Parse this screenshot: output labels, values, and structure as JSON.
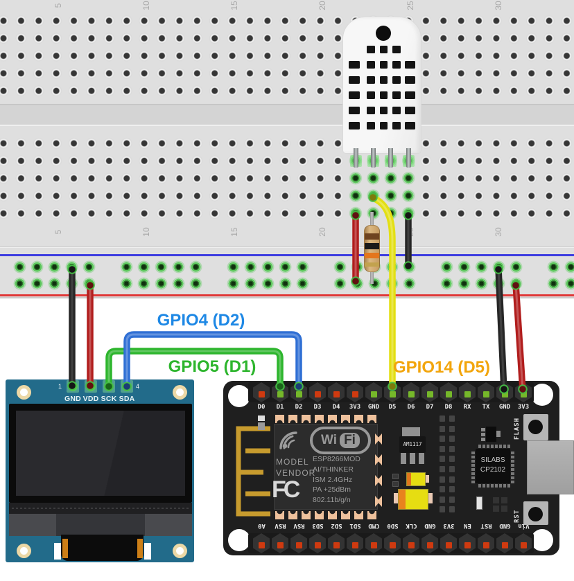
{
  "breadboard": {
    "column_numbers": [
      "5",
      "10",
      "15",
      "20",
      "25",
      "30"
    ],
    "negative_rail_color": "#3d3de0",
    "positive_rail_color": "#e03636"
  },
  "labels": {
    "gpio4": {
      "text": "GPIO4 (D2)",
      "color": "#1e88e5"
    },
    "gpio5": {
      "text": "GPIO5 (D1)",
      "color": "#2db52d"
    },
    "gpio14": {
      "text": "GPIO14 (D5)",
      "color": "#f2a50c"
    }
  },
  "oled": {
    "pins": [
      "GND",
      "VDD",
      "SCK",
      "SDA"
    ],
    "first_pin_number": "1",
    "last_pin_number": "4"
  },
  "nodemcu": {
    "top_pins": [
      "D0",
      "D1",
      "D2",
      "D3",
      "D4",
      "3V3",
      "GND",
      "D5",
      "D6",
      "D7",
      "D8",
      "RX",
      "TX",
      "GND",
      "3V3"
    ],
    "bottom_pins": [
      "A0",
      "RSV",
      "RSV",
      "SD3",
      "SD2",
      "SD1",
      "CMD",
      "SD0",
      "CLK",
      "GND",
      "3V3",
      "EN",
      "RST",
      "GND",
      "Vin"
    ],
    "module": {
      "brand_lines": [
        "MODEL",
        "VENDOR"
      ],
      "wifi_logo": [
        "Wi",
        "Fi"
      ],
      "fcc": "FC",
      "specs": [
        "ESP8266MOD",
        "AI/THINKER",
        "ISM 2.4GHz",
        "PA +25dBm",
        "802.11b/g/n"
      ]
    },
    "regulator": "AM1117",
    "usb_chip": [
      "SILABS",
      "CP2102"
    ],
    "flash_button": "FLASH",
    "reset_button": "RST"
  },
  "resistor": {
    "band_colors": [
      "#6e4320",
      "#191919",
      "#e4761c",
      "#c2a24e"
    ],
    "band_names": [
      "brown",
      "black",
      "orange",
      "gold"
    ]
  },
  "wires": [
    {
      "id": "oled_gnd",
      "color": "#262626",
      "from": "OLED GND",
      "to": "breadboard GND rail"
    },
    {
      "id": "oled_vdd",
      "color": "#b11d1d",
      "from": "OLED VDD",
      "to": "breadboard 3V3 rail"
    },
    {
      "id": "dht_vcc",
      "color": "#b11d1d",
      "from": "DHT22 VCC column",
      "to": "breadboard 3V3 rail"
    },
    {
      "id": "dht_gnd",
      "color": "#262626",
      "from": "DHT22 GND column",
      "to": "breadboard GND rail"
    },
    {
      "id": "nodemcu_gnd",
      "color": "#262626",
      "from": "breadboard GND rail",
      "to": "NodeMCU GND"
    },
    {
      "id": "nodemcu_3v3",
      "color": "#b11d1d",
      "from": "breadboard 3V3 rail",
      "to": "NodeMCU 3V3"
    },
    {
      "id": "gpio5",
      "color": "#2db52d",
      "from": "OLED SCK",
      "to": "NodeMCU D1"
    },
    {
      "id": "gpio4",
      "color": "#2f6fd4",
      "from": "OLED SDA",
      "to": "NodeMCU D2"
    },
    {
      "id": "gpio14",
      "color": "#e3df14",
      "from": "DHT22 data column",
      "to": "NodeMCU D5"
    }
  ]
}
